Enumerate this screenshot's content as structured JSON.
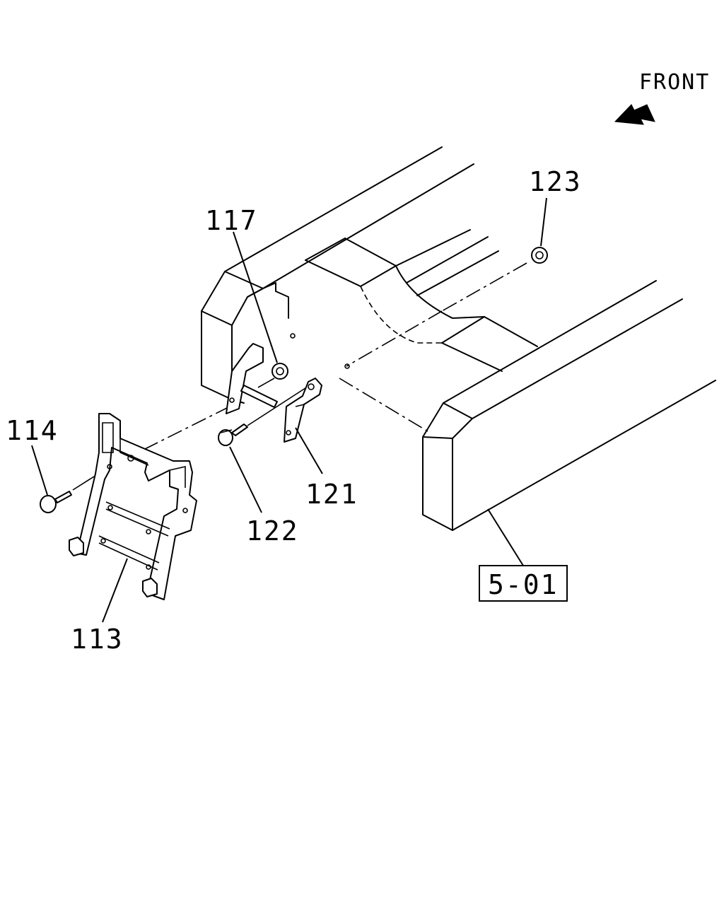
{
  "front_indicator": {
    "label": "FRONT",
    "icon": "arrow-icon"
  },
  "callouts": {
    "c113": "113",
    "c114": "114",
    "c117": "117",
    "c121": "121",
    "c122": "122",
    "c123": "123"
  },
  "reference": {
    "label": "5-01"
  }
}
